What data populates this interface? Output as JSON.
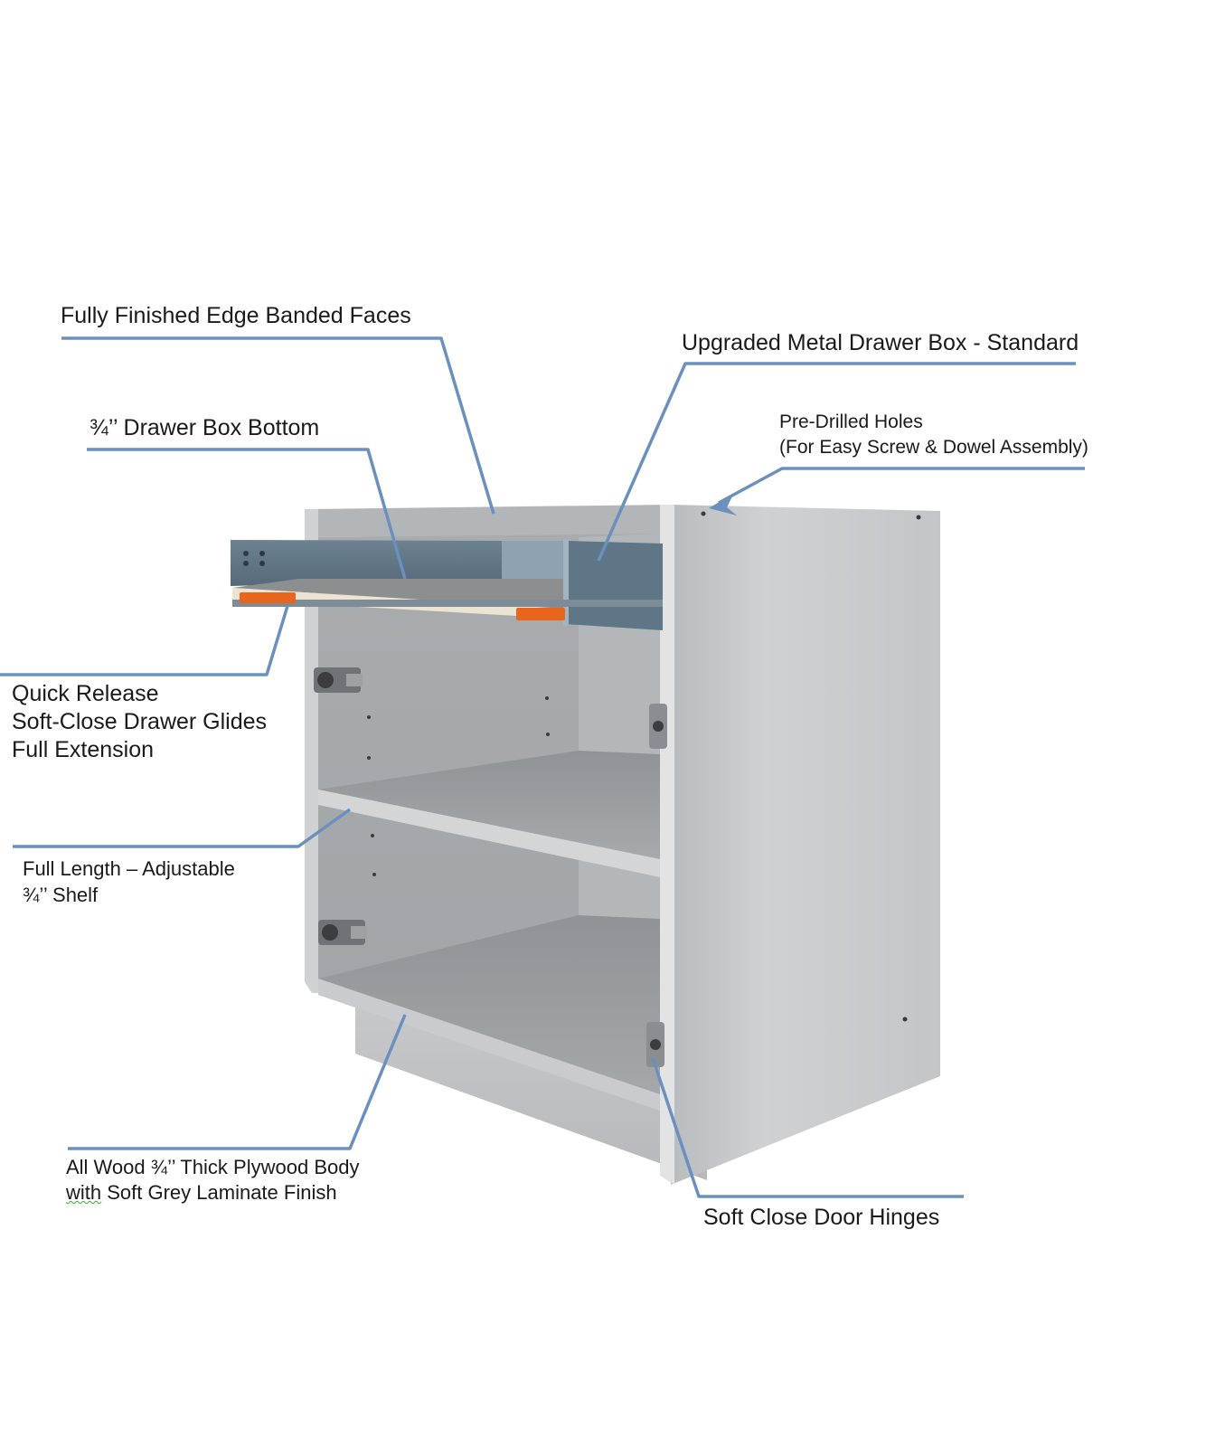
{
  "colors": {
    "leader": "#6b90bd",
    "cabinet_side": "#c5c7ca",
    "cabinet_inner": "#9ea1a5",
    "drawer_metal": "#5e7383",
    "glide_accent": "#e8651e"
  },
  "callouts": {
    "edge_faces": "Fully Finished Edge Banded Faces",
    "metal_drawer": "Upgraded Metal Drawer Box - Standard",
    "drawer_bottom": "¾’’ Drawer Box Bottom",
    "holes_line1": "Pre-Drilled Holes",
    "holes_line2": "(For Easy Screw & Dowel Assembly)",
    "glides_line1": "Quick Release",
    "glides_line2": "Soft-Close Drawer Glides",
    "glides_line3": "Full Extension",
    "shelf_line1": "Full Length – Adjustable",
    "shelf_line2": "¾’’ Shelf",
    "body_line1": "All Wood ¾’’ Thick Plywood Body",
    "body_line2_a": "with",
    "body_line2_b": " Soft Grey Laminate Finish",
    "hinges": "Soft Close Door Hinges"
  }
}
